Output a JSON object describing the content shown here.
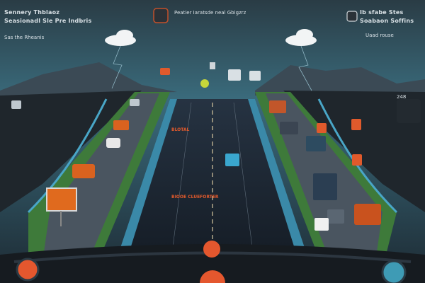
{
  "header": {
    "left_title": "Sennery Thblaoz",
    "left_subtitle": "Seasionadl Sle Pre Indbris",
    "left_section": "Sas the Rheanis",
    "center_title": "Peatier Iaratsde neal Gbigzrz",
    "right_title": "Ib sfabe Stes",
    "right_subtitle": "Soabaon Soffins",
    "right_section": "Uaad rouse",
    "right_note": "248"
  },
  "road_labels": {
    "upper": "BLOTAL",
    "lower": "BIOOE CLUEFORTER"
  },
  "colors": {
    "sky": "#2e5262",
    "road": "#1b2330",
    "accent": "#e4572e",
    "grass": "#3e7a3a",
    "mountain": "#3b4a55"
  }
}
